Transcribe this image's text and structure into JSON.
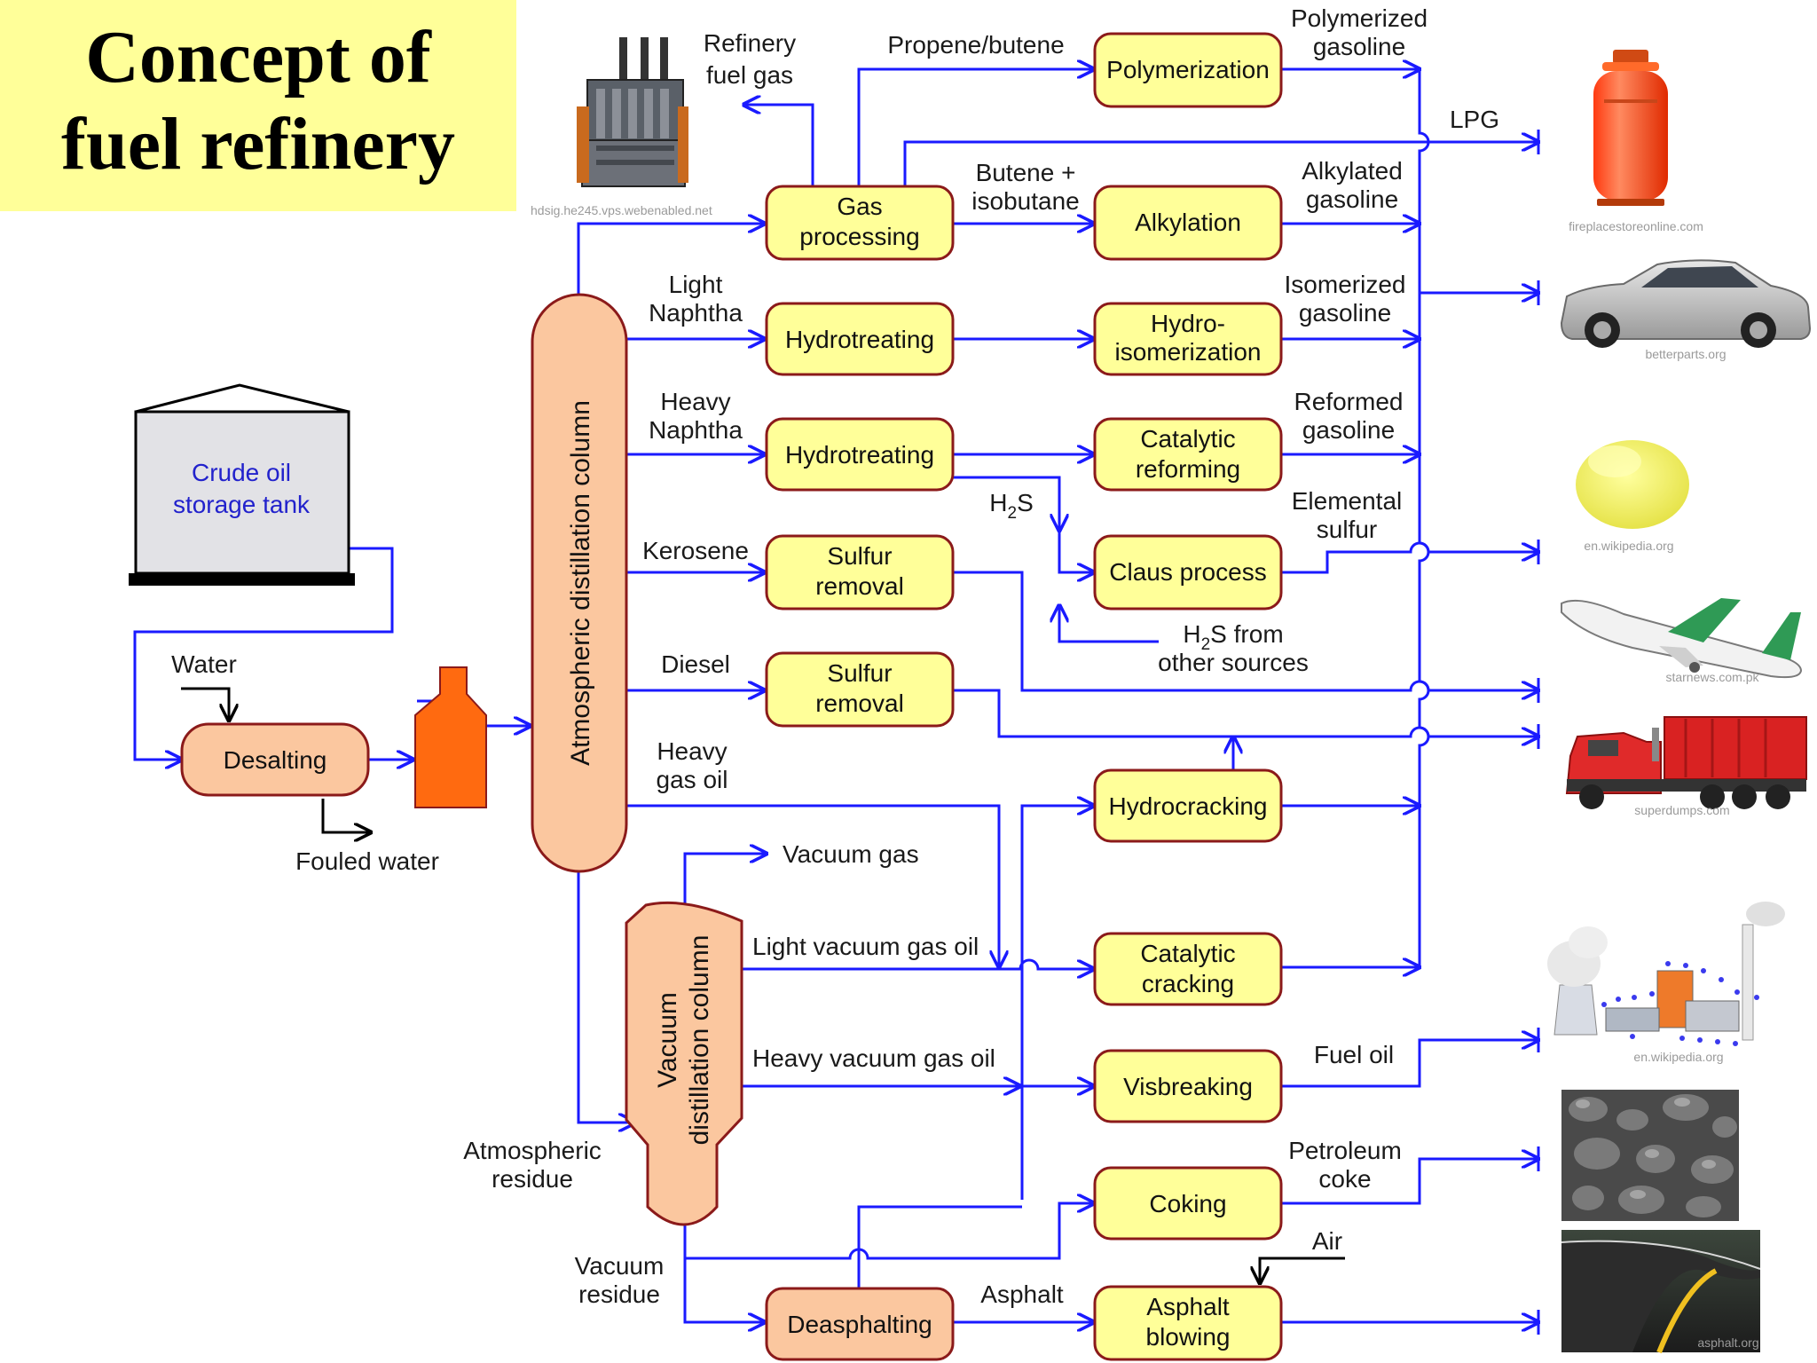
{
  "title": {
    "line1": "Concept of",
    "line2": "fuel refinery"
  },
  "equipment": {
    "tank_line1": "Crude oil",
    "tank_line2": "storage tank",
    "water": "Water",
    "desalting": "Desalting",
    "fouled_water": "Fouled water",
    "atm_column": "Atmospheric distillation column",
    "vac_column_line1": "Vacuum",
    "vac_column_line2": "distillation column"
  },
  "units": {
    "gas_processing": [
      "Gas",
      "processing"
    ],
    "hydrotreating_1": [
      "Hydrotreating"
    ],
    "hydrotreating_2": [
      "Hydrotreating"
    ],
    "sulfur_removal_1": [
      "Sulfur",
      "removal"
    ],
    "sulfur_removal_2": [
      "Sulfur",
      "removal"
    ],
    "polymerization": [
      "Polymerization"
    ],
    "alkylation": [
      "Alkylation"
    ],
    "hydro_isomerization": [
      "Hydro-",
      "isomerization"
    ],
    "catalytic_reforming": [
      "Catalytic",
      "reforming"
    ],
    "claus_process": [
      "Claus process"
    ],
    "hydrocracking": [
      "Hydrocracking"
    ],
    "catalytic_cracking": [
      "Catalytic",
      "cracking"
    ],
    "visbreaking": [
      "Visbreaking"
    ],
    "coking": [
      "Coking"
    ],
    "deasphalting": [
      "Deasphalting"
    ],
    "asphalt_blowing": [
      "Asphalt",
      "blowing"
    ]
  },
  "streams": {
    "refinery_fuel_gas": [
      "Refinery",
      "fuel gas"
    ],
    "propene_butene": "Propene/butene",
    "butene_isobutane": [
      "Butene +",
      "isobutane"
    ],
    "light_naphtha": [
      "Light",
      "Naphtha"
    ],
    "heavy_naphtha": [
      "Heavy",
      "Naphtha"
    ],
    "kerosene": "Kerosene",
    "diesel": "Diesel",
    "heavy_gas_oil": [
      "Heavy",
      "gas oil"
    ],
    "vacuum_gas": "Vacuum gas",
    "light_vacuum_gas_oil": "Light vacuum gas oil",
    "heavy_vacuum_gas_oil": "Heavy vacuum gas oil",
    "atmospheric_residue": [
      "Atmospheric",
      "residue"
    ],
    "vacuum_residue": [
      "Vacuum",
      "residue"
    ],
    "asphalt": "Asphalt",
    "air": "Air",
    "h2s": "H",
    "h2s_sub": "2",
    "h2s_s": "S",
    "h2s_from": " from",
    "h2s_other": "other sources"
  },
  "products": {
    "polymerized_gasoline": [
      "Polymerized",
      "gasoline"
    ],
    "lpg": "LPG",
    "alkylated_gasoline": [
      "Alkylated",
      "gasoline"
    ],
    "isomerized_gasoline": [
      "Isomerized",
      "gasoline"
    ],
    "reformed_gasoline": [
      "Reformed",
      "gasoline"
    ],
    "elemental_sulfur": [
      "Elemental",
      "sulfur"
    ],
    "fuel_oil": "Fuel oil",
    "petroleum_coke": [
      "Petroleum",
      "coke"
    ]
  },
  "credits": {
    "furnace": "hdsig.he245.vps.webenabled.net",
    "gas_bottle": "fireplacestoreonline.com",
    "car": "betterparts.org",
    "sulfur": "en.wikipedia.org",
    "plane": "starnews.com.pk",
    "truck": "superdumps.com",
    "plant": "en.wikipedia.org",
    "road": "asphalt.org"
  },
  "colors": {
    "flow_lines": "#1a1aff",
    "process_box": "#ffff99",
    "column_fill": "#fbc79f",
    "box_border": "#8b1a1a",
    "title_background": "#ffff99"
  }
}
